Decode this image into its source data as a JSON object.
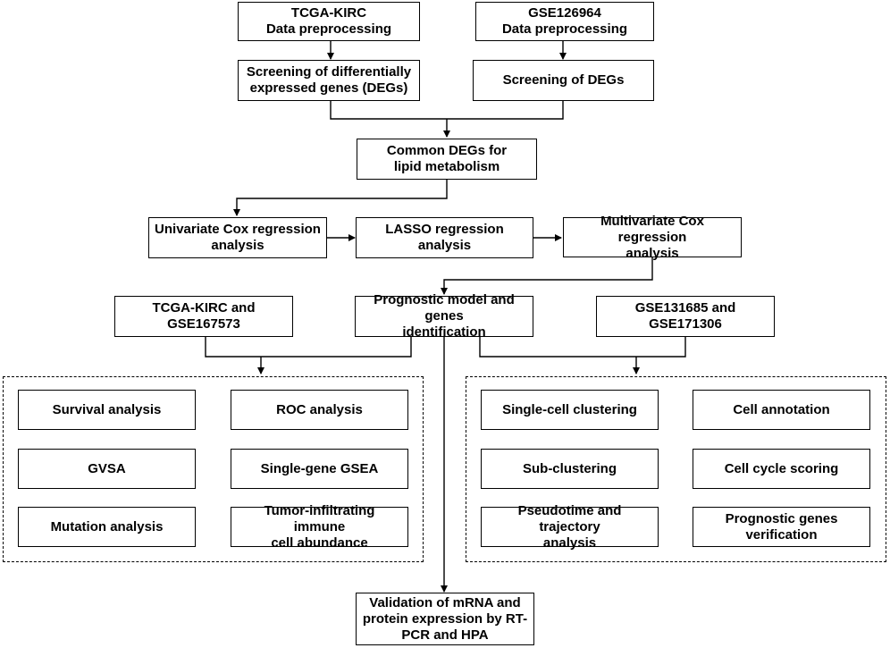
{
  "diagram": {
    "nodes": {
      "tcga_preprocessing": "TCGA-KIRC\nData preprocessing",
      "gse126964_preprocessing": "GSE126964\nData preprocessing",
      "screening_degs_tcga": "Screening of differentially\nexpressed genes (DEGs)",
      "screening_degs_gse": "Screening of DEGs",
      "common_degs": "Common DEGs for\nlipid metabolism",
      "univariate_cox": "Univariate Cox regression\nanalysis",
      "lasso": "LASSO regression analysis",
      "multivariate_cox": "Multivariate Cox regression\nanalysis",
      "tcga_gse167573": "TCGA-KIRC and GSE167573",
      "prognostic_model": "Prognostic model and genes\nidentification",
      "gse131685_gse171306": "GSE131685 and GSE171306",
      "survival_analysis": "Survival analysis",
      "roc_analysis": "ROC analysis",
      "gvsa": "GVSA",
      "single_gene_gsea": "Single-gene GSEA",
      "mutation_analysis": "Mutation analysis",
      "tumor_infiltrating": "Tumor-infiltrating immune\ncell abundance",
      "single_cell_clustering": "Single-cell clustering",
      "cell_annotation": "Cell annotation",
      "sub_clustering": "Sub-clustering",
      "cell_cycle_scoring": "Cell cycle scoring",
      "pseudotime": "Pseudotime and trajectory\nanalysis",
      "prognostic_genes_verification": "Prognostic genes\nverification",
      "validation": "Validation of mRNA and\nprotein expression by RT-\nPCR and HPA"
    }
  }
}
